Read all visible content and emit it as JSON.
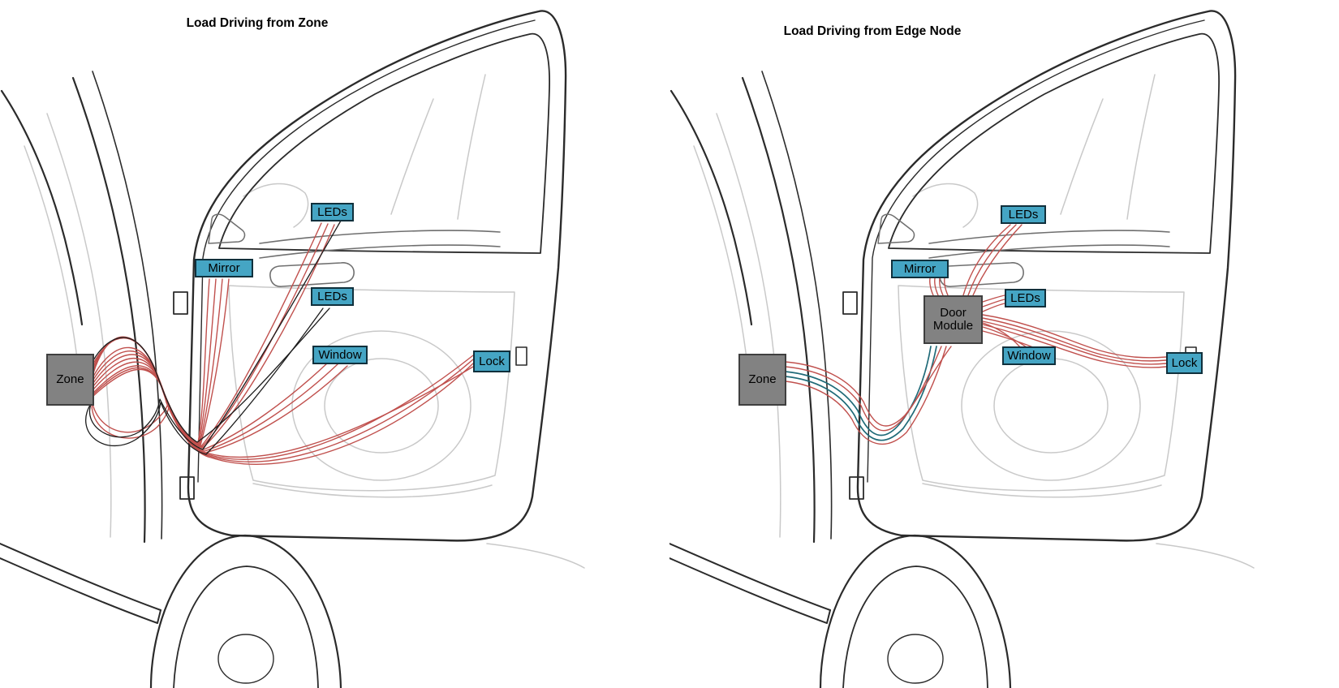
{
  "colors": {
    "box_blue": "#45a5c4",
    "box_gray": "#828282",
    "wire_red": "#c0504d",
    "wire_teal": "#1f6a78",
    "wire_black": "#1c1c1c",
    "art_dark": "#2b2b2b",
    "art_mid": "#6f6f6f",
    "art_light": "#c9c9c9"
  },
  "left": {
    "title": "Load Driving from Zone",
    "zone": "Zone",
    "loads": {
      "leds_top": "LEDs",
      "mirror": "Mirror",
      "leds_mid": "LEDs",
      "window": "Window",
      "lock": "Lock"
    }
  },
  "right": {
    "title": "Load Driving from Edge Node",
    "zone": "Zone",
    "door_module": "Door Module",
    "loads": {
      "leds_top": "LEDs",
      "mirror": "Mirror",
      "leds_mid": "LEDs",
      "window": "Window",
      "lock": "Lock"
    }
  }
}
